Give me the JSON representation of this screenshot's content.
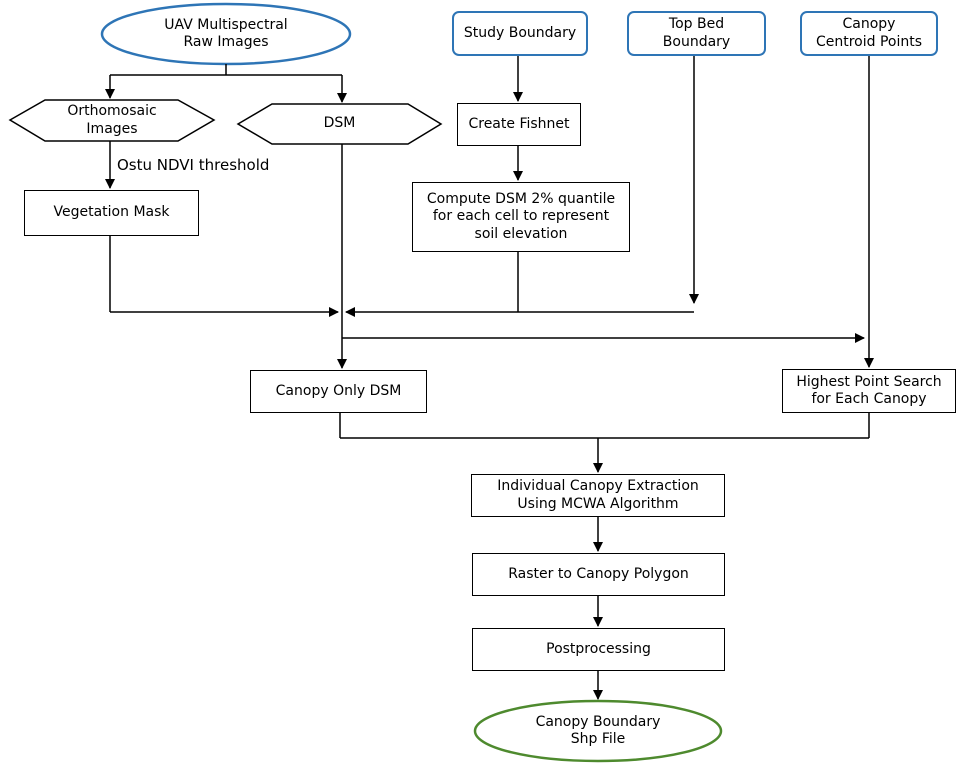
{
  "colors": {
    "input_border": "#2e75b6",
    "output_border": "#4e8a2e",
    "process_border": "#000000",
    "line": "#000000"
  },
  "nodes": {
    "uav_images": "UAV Multispectral\nRaw Images",
    "study_boundary": "Study Boundary",
    "top_bed_boundary": "Top Bed\nBoundary",
    "canopy_centroid_points": "Canopy\nCentroid Points",
    "orthomosaic_images": "Orthomosaic\nImages",
    "dsm": "DSM",
    "create_fishnet": "Create Fishnet",
    "vegetation_mask": "Vegetation Mask",
    "compute_dsm_quantile": "Compute DSM 2% quantile\nfor each cell to represent\nsoil elevation",
    "canopy_only_dsm": "Canopy Only DSM",
    "highest_point_search": "Highest Point Search\nfor Each Canopy",
    "individual_canopy_extraction": "Individual Canopy Extraction\nUsing MCWA Algorithm",
    "raster_to_polygon": "Raster to Canopy Polygon",
    "postprocessing": "Postprocessing",
    "canopy_boundary_shp": "Canopy Boundary\nShp File"
  },
  "edge_labels": {
    "otsu_threshold": "Ostu NDVI threshold"
  }
}
